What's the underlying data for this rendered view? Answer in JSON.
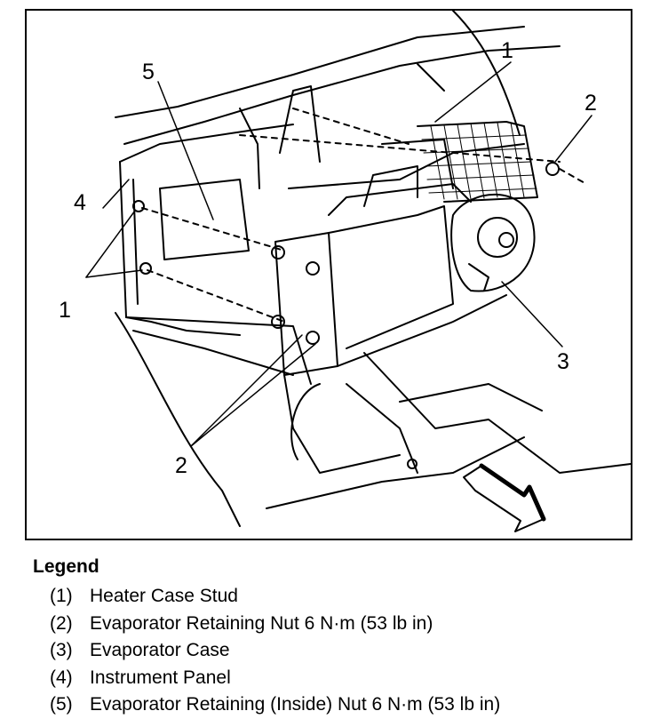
{
  "figure": {
    "callouts": {
      "c1_top": "1",
      "c1_left": "1",
      "c2_right": "2",
      "c2_bottom": "2",
      "c3": "3",
      "c4": "4",
      "c5": "5"
    }
  },
  "legend": {
    "title": "Legend",
    "items": [
      {
        "num": "(1)",
        "text": "Heater Case Stud"
      },
      {
        "num": "(2)",
        "text": "Evaporator Retaining Nut 6 N·m (53 lb in)"
      },
      {
        "num": "(3)",
        "text": "Evaporator Case"
      },
      {
        "num": "(4)",
        "text": "Instrument Panel"
      },
      {
        "num": "(5)",
        "text": "Evaporator Retaining (Inside) Nut 6 N·m (53 lb in)"
      }
    ]
  }
}
